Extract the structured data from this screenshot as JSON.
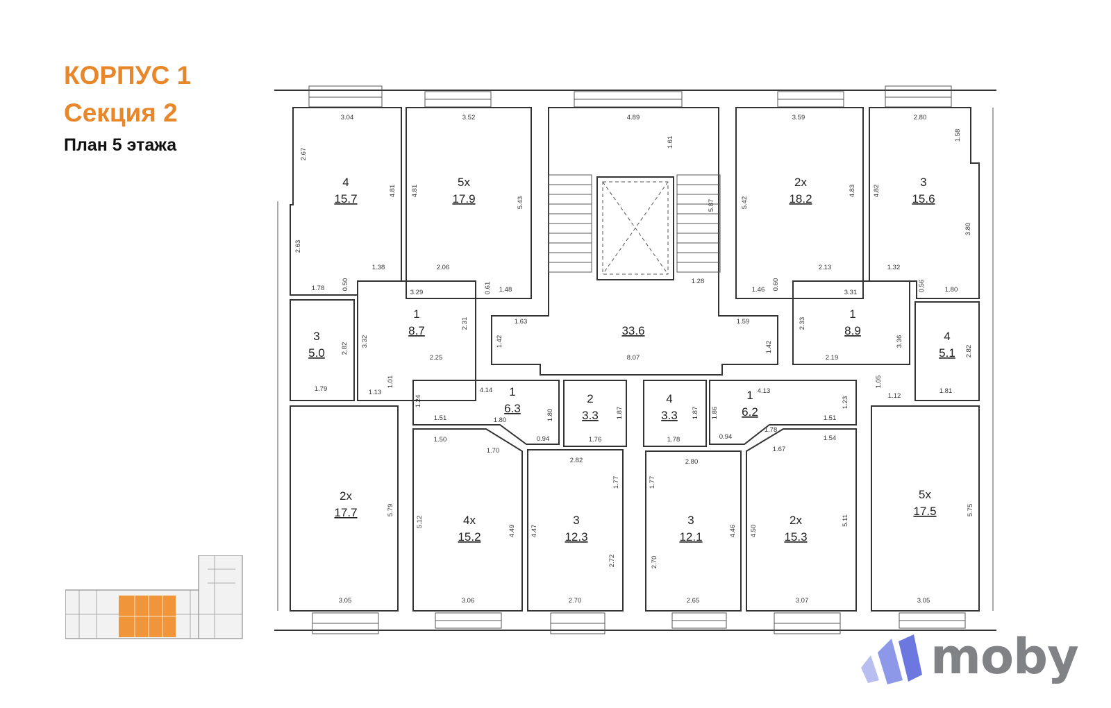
{
  "header": {
    "building": "КОРПУС 1",
    "section": "Секция 2",
    "floor_plan": "План 5 этажа"
  },
  "brand": {
    "name": "moby",
    "accent": "#E8862A",
    "logo_color": "#8E98E8",
    "text_color": "#808285"
  },
  "rooms": [
    {
      "id": "r1",
      "num": "4",
      "area": "15.7"
    },
    {
      "id": "r2",
      "num": "5х",
      "area": "17.9"
    },
    {
      "id": "r3",
      "num": "2х",
      "area": "18.2"
    },
    {
      "id": "r4",
      "num": "3",
      "area": "15.6"
    },
    {
      "id": "r5",
      "num": "3",
      "area": "5.0"
    },
    {
      "id": "r6",
      "num": "1",
      "area": "8.7"
    },
    {
      "id": "r7",
      "num": "",
      "area": "33.6"
    },
    {
      "id": "r8",
      "num": "1",
      "area": "8.9"
    },
    {
      "id": "r9",
      "num": "4",
      "area": "5.1"
    },
    {
      "id": "r10",
      "num": "1",
      "area": "6.3"
    },
    {
      "id": "r11",
      "num": "2",
      "area": "3.3"
    },
    {
      "id": "r12",
      "num": "4",
      "area": "3.3"
    },
    {
      "id": "r13",
      "num": "1",
      "area": "6.2"
    },
    {
      "id": "r14",
      "num": "2х",
      "area": "17.7"
    },
    {
      "id": "r15",
      "num": "4х",
      "area": "15.2"
    },
    {
      "id": "r16",
      "num": "3",
      "area": "12.3"
    },
    {
      "id": "r17",
      "num": "3",
      "area": "12.1"
    },
    {
      "id": "r18",
      "num": "2х",
      "area": "15.3"
    },
    {
      "id": "r19",
      "num": "5х",
      "area": "17.5"
    }
  ],
  "dims": [
    "3.04",
    "2.67",
    "4.81",
    "2.63",
    "1.78",
    "0.50",
    "1.38",
    "3.52",
    "4.81",
    "5.43",
    "2.06",
    "0.61",
    "1.48",
    "4.89",
    "1.61",
    "5.87",
    "1.28",
    "3.59",
    "5.42",
    "4.83",
    "2.13",
    "1.46",
    "0.60",
    "2.80",
    "1.58",
    "4.82",
    "3.80",
    "1.32",
    "0.56",
    "1.80",
    "3.29",
    "2.31",
    "1.42",
    "2.25",
    "3.32",
    "1.13",
    "1.01",
    "2.82",
    "1.79",
    "1.63",
    "8.07",
    "1.59",
    "1.42",
    "3.31",
    "2.33",
    "3.36",
    "2.19",
    "1.05",
    "1.12",
    "2.82",
    "1.81",
    "4.14",
    "1.24",
    "1.51",
    "1.80",
    "1.80",
    "0.94",
    "1.87",
    "1.76",
    "1.87",
    "1.78",
    "4.13",
    "1.86",
    "1.23",
    "1.51",
    "0.94",
    "1.78",
    "1.50",
    "1.70",
    "5.12",
    "4.49",
    "3.06",
    "2.82",
    "1.77",
    "4.47",
    "2.72",
    "2.70",
    "2.80",
    "1.77",
    "4.46",
    "2.70",
    "2.65",
    "1.67",
    "1.54",
    "4.50",
    "5.11",
    "3.07",
    "5.79",
    "3.05",
    "5.75",
    "3.05"
  ]
}
